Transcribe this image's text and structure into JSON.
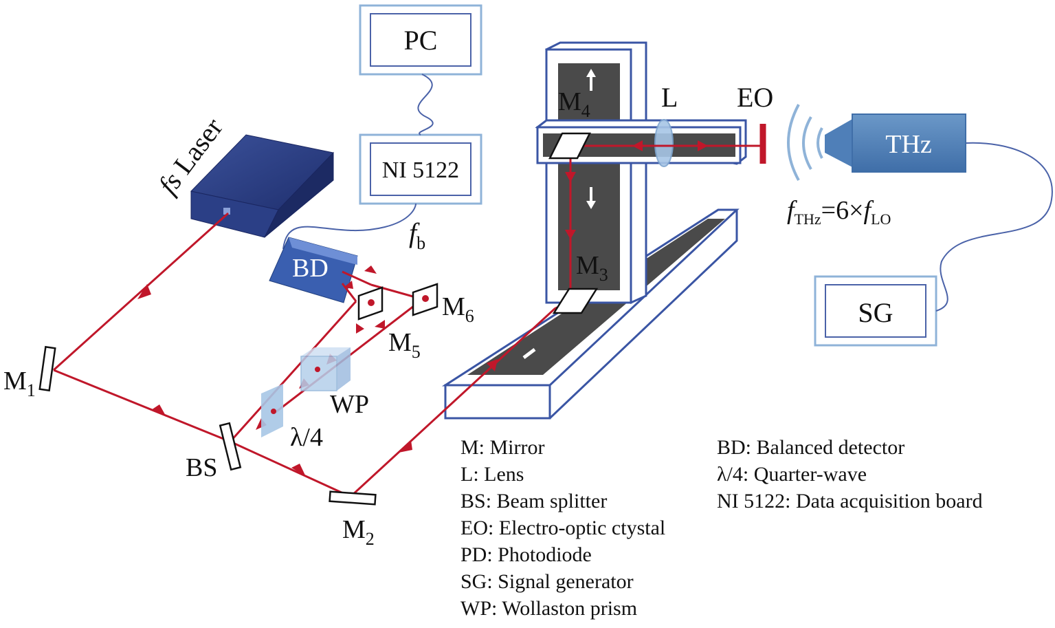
{
  "instruments": {
    "pc": "PC",
    "ni": "NI 5122",
    "sg": "SG",
    "thz": "THz",
    "bd": "BD"
  },
  "laser": {
    "prefix": "fs",
    "name": " Laser"
  },
  "components": {
    "m1": {
      "base": "M",
      "sub": "1"
    },
    "m2": {
      "base": "M",
      "sub": "2"
    },
    "m3": {
      "base": "M",
      "sub": "3"
    },
    "m4": {
      "base": "M",
      "sub": "4"
    },
    "m5": {
      "base": "M",
      "sub": "5"
    },
    "m6": {
      "base": "M",
      "sub": "6"
    },
    "bs": "BS",
    "wp": "WP",
    "qw": "λ/4",
    "lens": "L",
    "eo": "EO"
  },
  "signals": {
    "fb_base": "f",
    "fb_sub": "b",
    "fthz_base": "f",
    "fthz_sub": "THz",
    "fthz_mid": "=6×",
    "flo_base": "f",
    "flo_sub": "LO"
  },
  "legend_left": [
    "M: Mirror",
    "L: Lens",
    "BS: Beam splitter",
    "EO: Electro-optic ctystal",
    "PD: Photodiode",
    "SG: Signal generator",
    "WP: Wollaston prism"
  ],
  "legend_right": [
    "BD: Balanced detector",
    "λ/4: Quarter-wave",
    "NI 5122: Data acquisition board"
  ],
  "colors": {
    "beam": "#c0172a",
    "frame": "#3a55a4",
    "laser": "#2a3f86",
    "bd": "#3a5fb0",
    "thz": "#4f7fb8",
    "wire": "#4a62a8",
    "inst_border": "#8fb3d8",
    "stage": "#4a4a4a"
  }
}
